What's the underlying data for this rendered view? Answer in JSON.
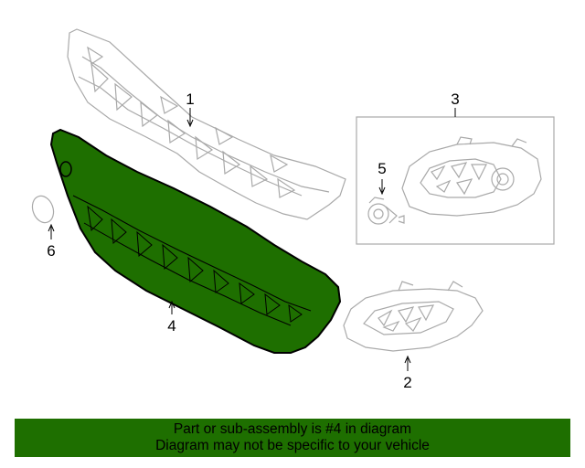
{
  "callouts": {
    "c1": "1",
    "c2": "2",
    "c3": "3",
    "c4": "4",
    "c5": "5",
    "c6": "6"
  },
  "caption": {
    "line1": "Part or sub-assembly is #4 in diagram",
    "line2": "Diagram may not be specific to your vehicle"
  },
  "colors": {
    "highlight": "#1e6f00",
    "highlight_outline": "#000000",
    "ghost_outline": "#a9a9a9",
    "caption_background": "#1e6f00"
  }
}
